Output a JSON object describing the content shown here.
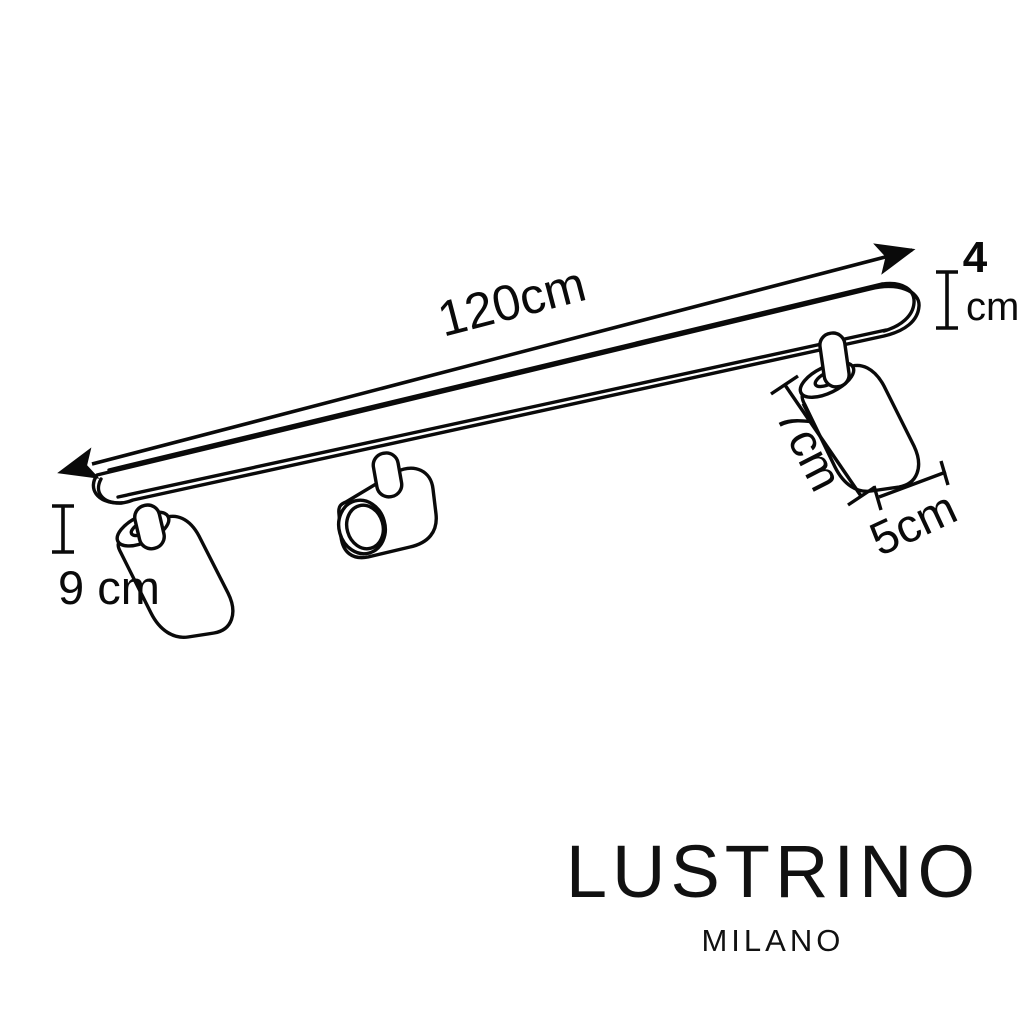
{
  "document": {
    "kind": "product-dimension-drawing",
    "subject": "3-light ceiling track spotlight bar",
    "background_color": "#ffffff",
    "line_color": "#0a0a0a"
  },
  "dimensions": {
    "length": {
      "label": "120cm",
      "axis": "horizontal-diagonal",
      "arrow_style": "double-headed",
      "rotation_deg": -13
    },
    "height_of_bar": {
      "value_label": "4",
      "unit_label": "cm",
      "axis": "vertical",
      "bold_value": true
    },
    "drop": {
      "label": "9 cm",
      "axis": "vertical"
    },
    "spot_length": {
      "label": "7cm",
      "axis": "diagonal-down-right",
      "rotation_deg": 63
    },
    "spot_diameter": {
      "label": "5cm",
      "axis": "diagonal-up-right",
      "rotation_deg": -25
    }
  },
  "brand": {
    "name": "LUSTRINO",
    "subtitle": "MILANO"
  },
  "parts": {
    "track_bar": "track-bar",
    "spotlights": [
      {
        "id": "spotlight-left",
        "orientation": "down-right-away"
      },
      {
        "id": "spotlight-middle",
        "orientation": "down-left-toward-viewer"
      },
      {
        "id": "spotlight-right",
        "orientation": "down-right-away"
      }
    ]
  }
}
